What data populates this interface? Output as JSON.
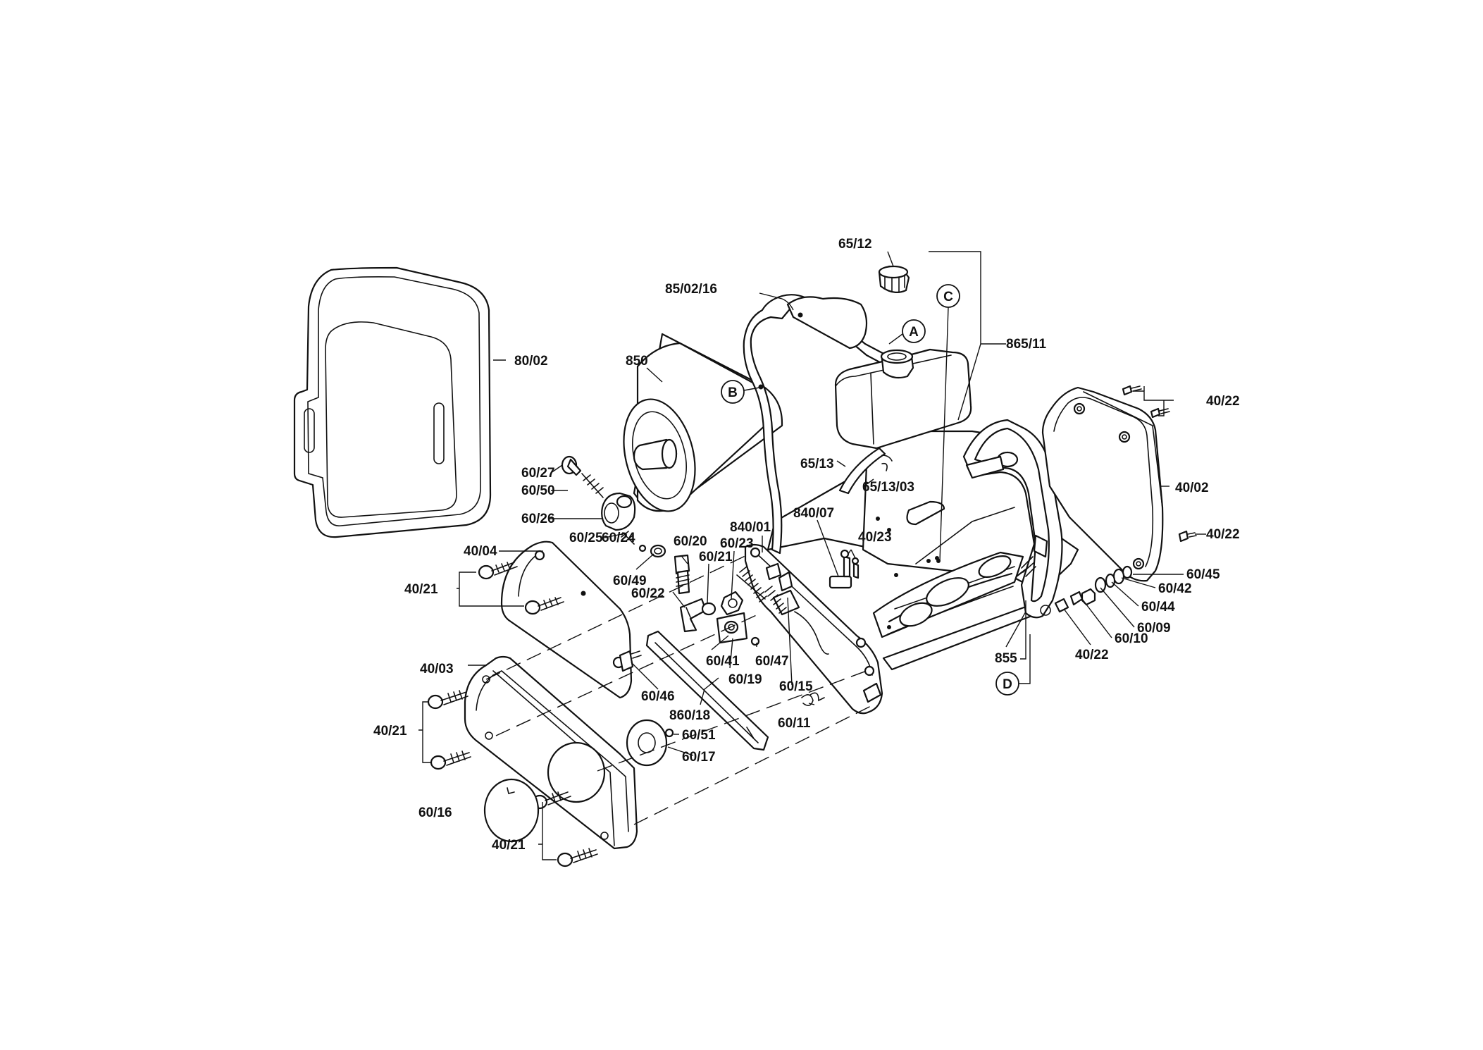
{
  "labels": {
    "p6512": "65/12",
    "p850216": "85/02/16",
    "p86511": "865/11",
    "p8002": "80/02",
    "p850": "850",
    "p4022a": "40/22",
    "p4022b": "40/22",
    "p4022c": "40/22",
    "p4002": "40/02",
    "p6513": "65/13",
    "p651303": "65/13/03",
    "p6027": "60/27",
    "p6050": "60/50",
    "p6026": "60/26",
    "p84001": "840/01",
    "p84007": "840/07",
    "p6025": "60/25",
    "p6020": "60/20",
    "p6023": "60/23",
    "p4023": "40/23",
    "p4004": "40/04",
    "p6024": "60/24",
    "p6021": "60/21",
    "p6049": "60/49",
    "p4021a": "40/21",
    "p6022": "60/22",
    "p6045": "60/45",
    "p6042": "60/42",
    "p6044": "60/44",
    "p6009": "60/09",
    "p6010": "60/10",
    "p855": "855",
    "p6041": "60/41",
    "p6047": "60/47",
    "p6019": "60/19",
    "p4003": "40/03",
    "p6046": "60/46",
    "p6015": "60/15",
    "p86018": "860/18",
    "p6011": "60/11",
    "p4021b": "40/21",
    "p6051": "60/51",
    "p6017": "60/17",
    "p6016": "60/16",
    "p4021c": "40/21"
  },
  "callouts": {
    "a": "A",
    "b": "B",
    "c": "C",
    "d": "D"
  }
}
